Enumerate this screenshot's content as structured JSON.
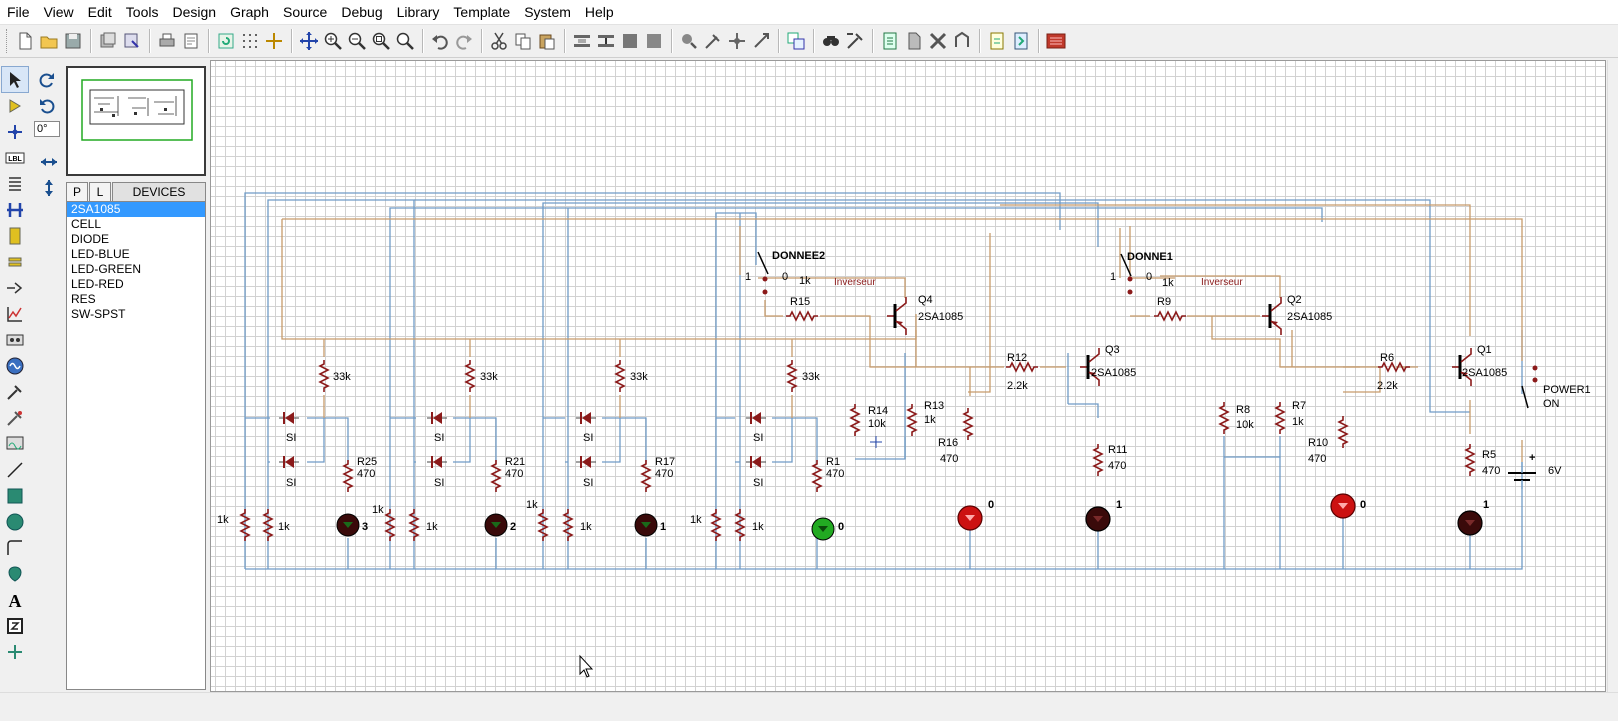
{
  "menu": [
    "File",
    "View",
    "Edit",
    "Tools",
    "Design",
    "Graph",
    "Source",
    "Debug",
    "Library",
    "Template",
    "System",
    "Help"
  ],
  "rotation": "0°",
  "device_tabs": {
    "p": "P",
    "l": "L",
    "title": "DEVICES"
  },
  "devices": [
    "2SA1085",
    "CELL",
    "DIODE",
    "LED-BLUE",
    "LED-GREEN",
    "LED-RED",
    "RES",
    "SW-SPST"
  ],
  "selected_device_index": 0,
  "colors": {
    "wire_blue": "#6f9bc6",
    "wire_tan": "#c79a6a",
    "component": "#8b1a1a",
    "led_red": "#cc1111",
    "led_green": "#22aa22",
    "led_off": "#3a0a0a",
    "grid": "#d2d2d2"
  },
  "schematic": {
    "stages": [
      {
        "pullup": "33k",
        "r_left": "1k",
        "r_right": "1k",
        "diode_top": "SI",
        "diode_bottom": "SI",
        "r_led_name": "R25",
        "r_led_value": "470",
        "led_label": "3",
        "led_state": "off"
      },
      {
        "pullup": "33k",
        "r_left": "1k",
        "r_right": "1k",
        "diode_top": "SI",
        "diode_bottom": "SI",
        "r_led_name": "R21",
        "r_led_value": "470",
        "led_label": "2",
        "led_state": "off"
      },
      {
        "pullup": "33k",
        "r_left": "1k",
        "r_right": "1k",
        "diode_top": "SI",
        "diode_bottom": "SI",
        "r_led_name": "R17",
        "r_led_value": "470",
        "led_label": "1",
        "led_state": "off"
      },
      {
        "pullup": "33k",
        "r_left": "1k",
        "r_right": "1k",
        "diode_top": "SI",
        "diode_bottom": "SI",
        "r_led_name": "R1",
        "r_led_value": "470",
        "led_label": "0",
        "led_state": "green"
      }
    ],
    "switch_donnee2": {
      "name": "DONNEE2",
      "pos1": "1",
      "pos0": "0",
      "value": "1k"
    },
    "switch_donne1": {
      "name": "DONNE1",
      "pos1": "1",
      "pos0": "0",
      "value": "1k"
    },
    "inverseur_1": "Inverseur",
    "inverseur_2": "Inverseur",
    "r15": "R15",
    "r9": "R9",
    "q4": {
      "name": "Q4",
      "model": "2SA1085"
    },
    "q3": {
      "name": "Q3",
      "model": "2SA1085"
    },
    "q2": {
      "name": "Q2",
      "model": "2SA1085"
    },
    "q1": {
      "name": "Q1",
      "model": "2SA1085"
    },
    "r14": {
      "name": "R14",
      "value": "10k"
    },
    "r13": {
      "name": "R13",
      "value": "1k"
    },
    "r12": {
      "name": "R12",
      "value": "2.2k"
    },
    "r16": {
      "name": "R16",
      "value": "470"
    },
    "r11": {
      "name": "R11",
      "value": "470"
    },
    "r8": {
      "name": "R8",
      "value": "10k"
    },
    "r7": {
      "name": "R7",
      "value": "1k"
    },
    "r6": {
      "name": "R6",
      "value": "2.2k"
    },
    "r10": {
      "name": "R10",
      "value": "470"
    },
    "r5": {
      "name": "R5",
      "value": "470"
    },
    "led_r16": {
      "label": "0",
      "state": "red"
    },
    "led_r11": {
      "label": "1",
      "state": "off"
    },
    "led_r10": {
      "label": "0",
      "state": "red"
    },
    "led_r5": {
      "label": "1",
      "state": "off"
    },
    "power_switch": {
      "name": "POWER1",
      "state": "ON"
    },
    "battery": {
      "value": "6V",
      "plus": "+"
    }
  }
}
